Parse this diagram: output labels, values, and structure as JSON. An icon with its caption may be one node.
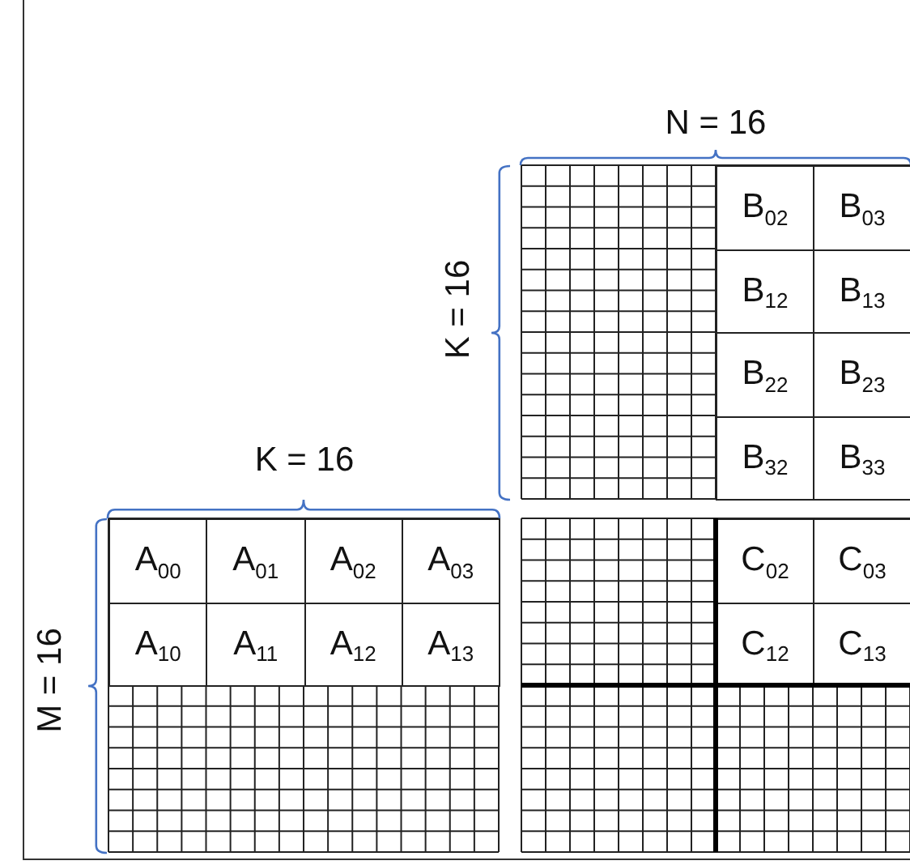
{
  "diagram": {
    "labels": [
      "N = 16",
      "K = 16",
      "B$_{02}$",
      "B$_{03}$",
      "B$_{12}$",
      "B$_{13}$",
      "B$_{22}$",
      "B$_{23}$",
      "K = 16",
      "B$_{32}$",
      "B$_{33}$",
      "A$_{00}$",
      "A$_{01}$",
      "A$_{02}$",
      "A$_{03}$",
      "C$_{02}$",
      "C$_{03}$",
      "M = 16",
      "A$_{10}$",
      "A$_{11}$",
      "A$_{12}$",
      "A$_{13}$",
      "C$_{12}$",
      "C$_{13}$"
    ]
  }
}
